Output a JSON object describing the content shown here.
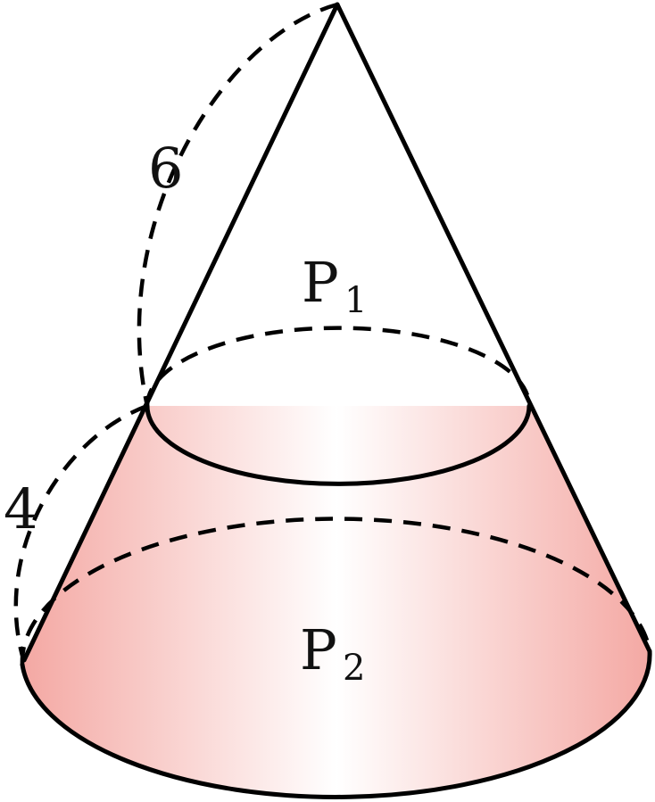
{
  "labels": {
    "upper_slant": "6",
    "lower_slant": "4",
    "p1_letter": "P",
    "p1_sub": "1",
    "p2_letter": "P",
    "p2_sub": "2"
  },
  "colors": {
    "frustum_edge": "#f4a8a3",
    "frustum_center": "#ffffff",
    "line": "#000000"
  }
}
